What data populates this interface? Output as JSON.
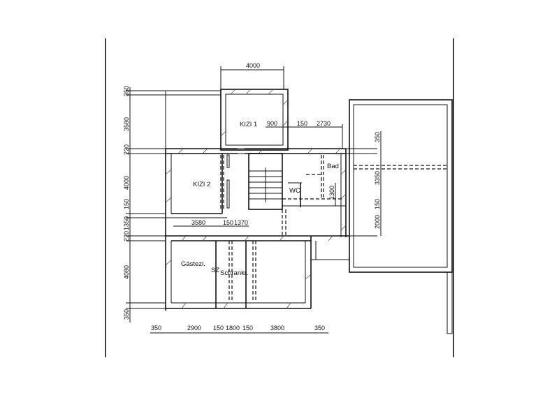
{
  "drawing": {
    "rooms": {
      "kizi1": "KIZI 1",
      "kizi2": "KIZI 2",
      "bad": "Bad",
      "wc": "WC",
      "gaestezi": "Gästezi.",
      "sz": "SZ",
      "schrankr": "Schrankr."
    },
    "dimensions": {
      "top": [
        "4000"
      ],
      "upper_inner": [
        "900",
        "150",
        "2730"
      ],
      "middle_inner": [
        "3580",
        "150",
        "1370"
      ],
      "left": [
        "350",
        "3580",
        "220",
        "4000",
        "150",
        "1350",
        "220",
        "4080",
        "350"
      ],
      "bottom": [
        "350",
        "2900",
        "150",
        "1800",
        "150",
        "3800",
        "350"
      ],
      "right": [
        "350",
        "3350",
        "150",
        "2000"
      ],
      "wc_height": "1300"
    }
  }
}
